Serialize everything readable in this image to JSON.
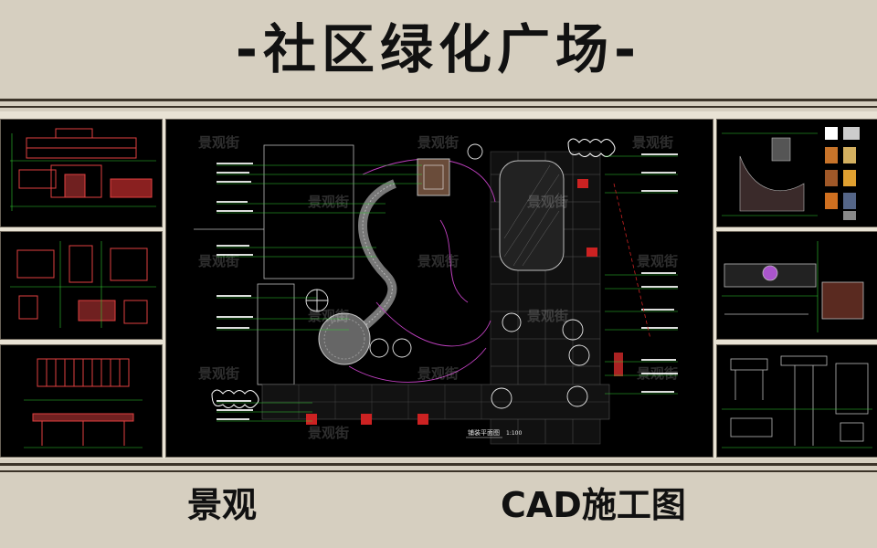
{
  "header": {
    "title": "-社区绿化广场-"
  },
  "main_plan": {
    "watermark": "景观街",
    "drawing_caption": "铺装平面图",
    "scale": "1:100"
  },
  "footer": {
    "left_label": "景观",
    "right_label": "CAD施工图"
  },
  "colors": {
    "background": "#d6cfc0",
    "panel": "#000000",
    "cad_green": "#33cc33",
    "cad_red": "#cc2222",
    "cad_magenta": "#c040c0",
    "cad_white": "#e8e8e8"
  }
}
